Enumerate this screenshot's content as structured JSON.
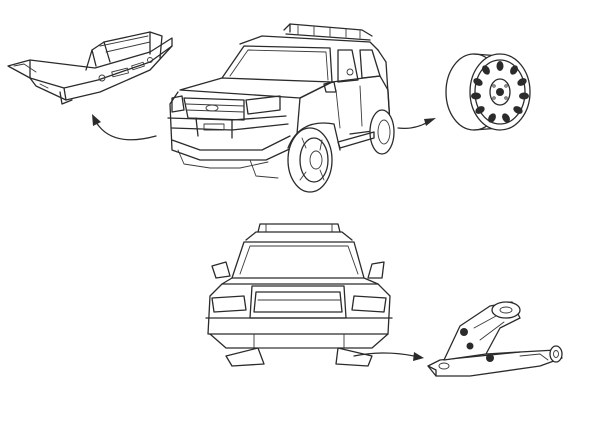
{
  "diagram": {
    "type": "parts-callout-illustration",
    "nodes": [
      {
        "id": "front-bumper",
        "icon": "front-bumper-icon"
      },
      {
        "id": "suv-three-quarter",
        "icon": "suv-three-quarter-icon"
      },
      {
        "id": "wheel-rim",
        "icon": "wheel-rim-icon"
      },
      {
        "id": "suv-front-view",
        "icon": "suv-front-view-icon"
      },
      {
        "id": "control-arm",
        "icon": "control-arm-icon"
      }
    ],
    "connectors": [
      {
        "from": "suv-three-quarter",
        "to": "front-bumper"
      },
      {
        "from": "suv-three-quarter",
        "to": "wheel-rim"
      },
      {
        "from": "suv-front-view",
        "to": "control-arm"
      }
    ]
  },
  "colors": {
    "line": "#2b2b2b",
    "background": "#ffffff"
  }
}
